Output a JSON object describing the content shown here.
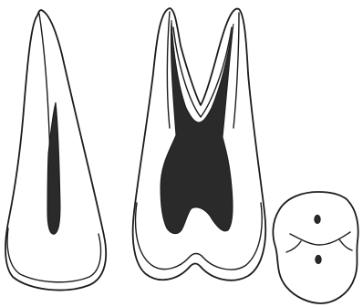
{
  "figure": {
    "colors": {
      "background": "#ffffff",
      "outline": "#1c1c1c",
      "pulp": "#2a2a2a"
    },
    "views": [
      {
        "id": "mesial-section",
        "root_canals": 1
      },
      {
        "id": "buccal-section",
        "root_canals": 2
      },
      {
        "id": "occlusal-view",
        "canal_orifices": 2
      }
    ]
  }
}
